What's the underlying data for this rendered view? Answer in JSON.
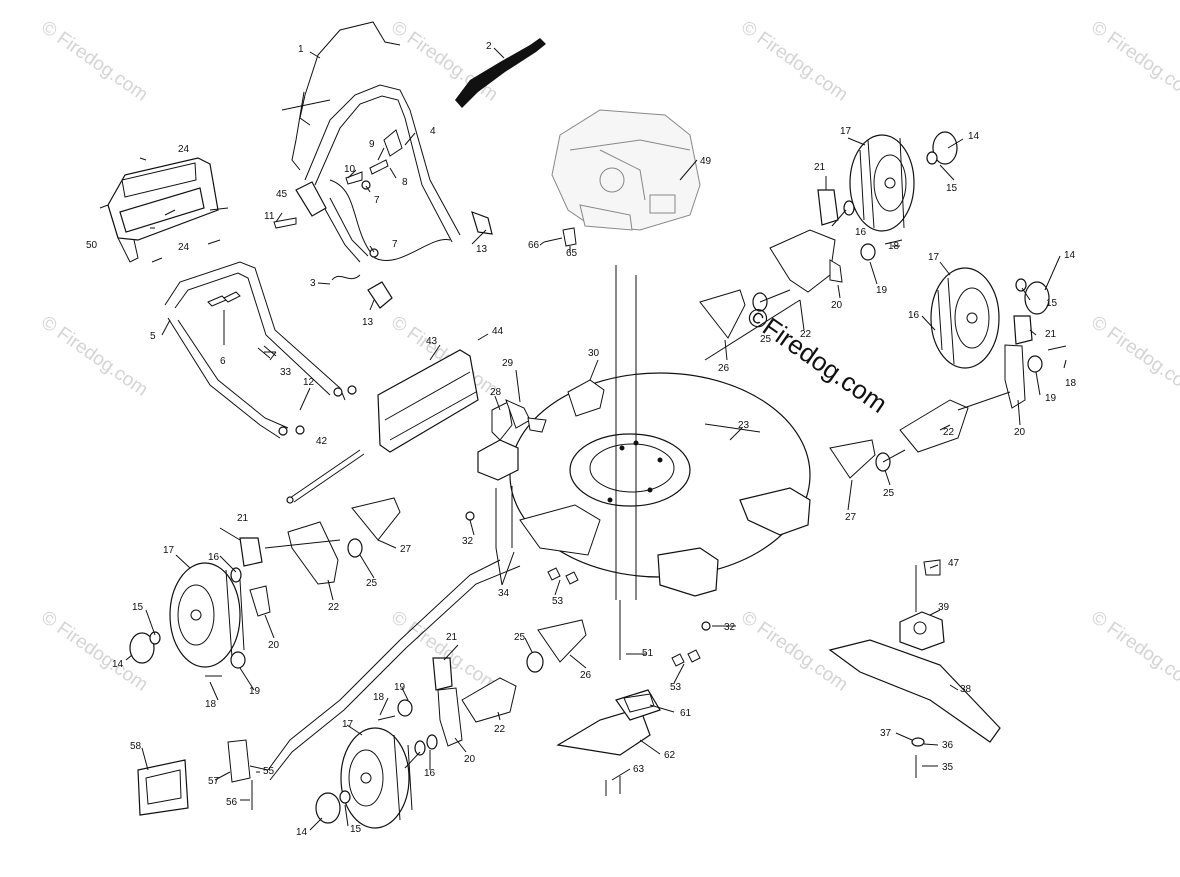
{
  "watermark": {
    "text": "© Firedog.com",
    "main_text": "©Firedog.com"
  },
  "callouts": [
    {
      "id": "c1",
      "text": "1"
    },
    {
      "id": "c2",
      "text": "2"
    },
    {
      "id": "c3",
      "text": "3"
    },
    {
      "id": "c4",
      "text": "4"
    },
    {
      "id": "c5",
      "text": "5"
    },
    {
      "id": "c6",
      "text": "6"
    },
    {
      "id": "c7a",
      "text": "7"
    },
    {
      "id": "c7b",
      "text": "7"
    },
    {
      "id": "c8",
      "text": "8"
    },
    {
      "id": "c9",
      "text": "9"
    },
    {
      "id": "c10",
      "text": "10"
    },
    {
      "id": "c11",
      "text": "11"
    },
    {
      "id": "c12",
      "text": "12"
    },
    {
      "id": "c13a",
      "text": "13"
    },
    {
      "id": "c13b",
      "text": "13"
    },
    {
      "id": "c14a",
      "text": "14"
    },
    {
      "id": "c14b",
      "text": "14"
    },
    {
      "id": "c14c",
      "text": "14"
    },
    {
      "id": "c14d",
      "text": "14"
    },
    {
      "id": "c15a",
      "text": "15"
    },
    {
      "id": "c15b",
      "text": "15"
    },
    {
      "id": "c15c",
      "text": "15"
    },
    {
      "id": "c15d",
      "text": "15"
    },
    {
      "id": "c16a",
      "text": "16"
    },
    {
      "id": "c16b",
      "text": "16"
    },
    {
      "id": "c16c",
      "text": "16"
    },
    {
      "id": "c16d",
      "text": "16"
    },
    {
      "id": "c17a",
      "text": "17"
    },
    {
      "id": "c17b",
      "text": "17"
    },
    {
      "id": "c17c",
      "text": "17"
    },
    {
      "id": "c17d",
      "text": "17"
    },
    {
      "id": "c18a",
      "text": "18"
    },
    {
      "id": "c18b",
      "text": "18"
    },
    {
      "id": "c18c",
      "text": "18"
    },
    {
      "id": "c18d",
      "text": "18"
    },
    {
      "id": "c19a",
      "text": "19"
    },
    {
      "id": "c19b",
      "text": "19"
    },
    {
      "id": "c19c",
      "text": "19"
    },
    {
      "id": "c19d",
      "text": "19"
    },
    {
      "id": "c20a",
      "text": "20"
    },
    {
      "id": "c20b",
      "text": "20"
    },
    {
      "id": "c20c",
      "text": "20"
    },
    {
      "id": "c20d",
      "text": "20"
    },
    {
      "id": "c21a",
      "text": "21"
    },
    {
      "id": "c21b",
      "text": "21"
    },
    {
      "id": "c21c",
      "text": "21"
    },
    {
      "id": "c21d",
      "text": "21"
    },
    {
      "id": "c22a",
      "text": "22"
    },
    {
      "id": "c22b",
      "text": "22"
    },
    {
      "id": "c22c",
      "text": "22"
    },
    {
      "id": "c22d",
      "text": "22"
    },
    {
      "id": "c23",
      "text": "23"
    },
    {
      "id": "c24a",
      "text": "24"
    },
    {
      "id": "c24b",
      "text": "24"
    },
    {
      "id": "c25a",
      "text": "25"
    },
    {
      "id": "c25b",
      "text": "25"
    },
    {
      "id": "c25c",
      "text": "25"
    },
    {
      "id": "c25d",
      "text": "25"
    },
    {
      "id": "c26a",
      "text": "26"
    },
    {
      "id": "c26b",
      "text": "26"
    },
    {
      "id": "c27a",
      "text": "27"
    },
    {
      "id": "c27b",
      "text": "27"
    },
    {
      "id": "c28",
      "text": "28"
    },
    {
      "id": "c29",
      "text": "29"
    },
    {
      "id": "c30",
      "text": "30"
    },
    {
      "id": "c32a",
      "text": "32"
    },
    {
      "id": "c32b",
      "text": "32"
    },
    {
      "id": "c33",
      "text": "33"
    },
    {
      "id": "c34",
      "text": "34"
    },
    {
      "id": "c35",
      "text": "35"
    },
    {
      "id": "c36",
      "text": "36"
    },
    {
      "id": "c37",
      "text": "37"
    },
    {
      "id": "c38",
      "text": "38"
    },
    {
      "id": "c39",
      "text": "39"
    },
    {
      "id": "c42",
      "text": "42"
    },
    {
      "id": "c43",
      "text": "43"
    },
    {
      "id": "c44",
      "text": "44"
    },
    {
      "id": "c45",
      "text": "45"
    },
    {
      "id": "c47",
      "text": "47"
    },
    {
      "id": "c49",
      "text": "49"
    },
    {
      "id": "c50",
      "text": "50"
    },
    {
      "id": "c51",
      "text": "51"
    },
    {
      "id": "c53a",
      "text": "53"
    },
    {
      "id": "c53b",
      "text": "53"
    },
    {
      "id": "c55",
      "text": "55"
    },
    {
      "id": "c56",
      "text": "56"
    },
    {
      "id": "c57",
      "text": "57"
    },
    {
      "id": "c58",
      "text": "58"
    },
    {
      "id": "c61",
      "text": "61"
    },
    {
      "id": "c62",
      "text": "62"
    },
    {
      "id": "c63",
      "text": "63"
    },
    {
      "id": "c65",
      "text": "65"
    },
    {
      "id": "c66",
      "text": "66"
    }
  ]
}
